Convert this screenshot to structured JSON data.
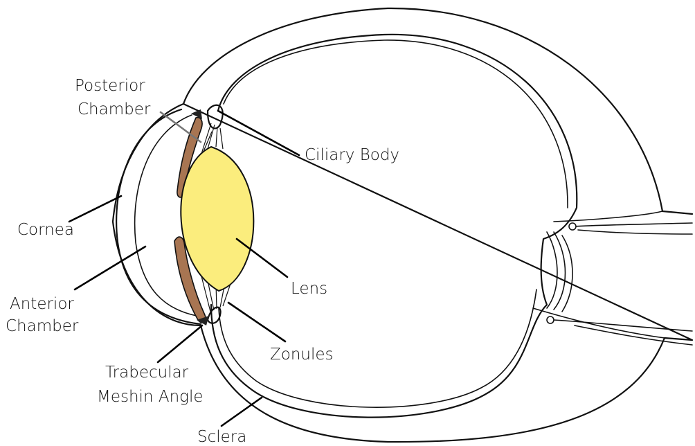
{
  "labels": {
    "posterior_chamber": [
      "Posterior",
      "Chamber"
    ],
    "ciliary_body": "Ciliary Body",
    "cornea": "Cornea",
    "anterior_chamber": [
      "Anterior",
      "Chamber"
    ],
    "lens": "Lens",
    "zonules": "Zonules",
    "trabecular_meshwork_angle": [
      "Trabecular",
      "Meshin Angle"
    ],
    "sclera": "Sclera"
  },
  "colors": {
    "lens_fill": "#fbed7d",
    "iris_fill": "#a87552",
    "outline": "#111111",
    "posterior_chamber_leader": "#777777"
  }
}
